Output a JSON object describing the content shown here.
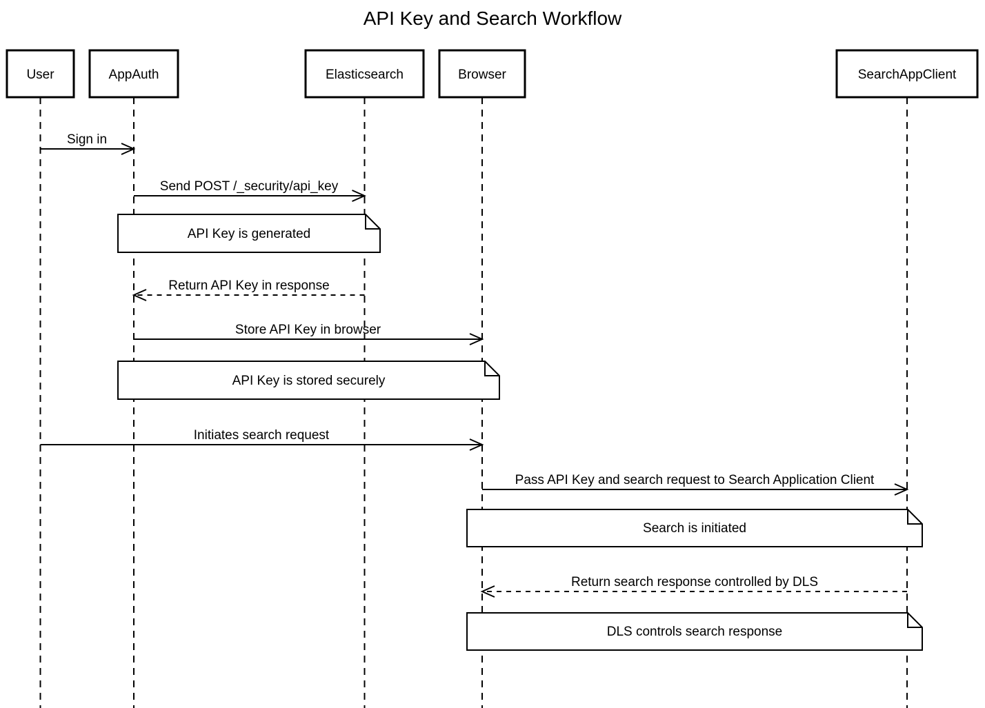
{
  "title": "API Key and Search Workflow",
  "actors": [
    {
      "id": "user",
      "label": "User"
    },
    {
      "id": "appauth",
      "label": "AppAuth"
    },
    {
      "id": "elasticsearch",
      "label": "Elasticsearch"
    },
    {
      "id": "browser",
      "label": "Browser"
    },
    {
      "id": "searchappclient",
      "label": "SearchAppClient"
    }
  ],
  "messages": [
    {
      "from": "User",
      "to": "AppAuth",
      "label": "Sign in",
      "line": "solid"
    },
    {
      "from": "AppAuth",
      "to": "Elasticsearch",
      "label": "Send POST /_security/api_key",
      "line": "solid"
    },
    {
      "from": "Elasticsearch",
      "to": "AppAuth",
      "label": "Return API Key in response",
      "line": "dashed"
    },
    {
      "from": "AppAuth",
      "to": "Browser",
      "label": "Store API Key in browser",
      "line": "solid"
    },
    {
      "from": "User",
      "to": "Browser",
      "label": "Initiates search request",
      "line": "solid"
    },
    {
      "from": "Browser",
      "to": "SearchAppClient",
      "label": "Pass API Key and search request to Search Application Client",
      "line": "solid"
    },
    {
      "from": "SearchAppClient",
      "to": "Browser",
      "label": "Return search response controlled by DLS",
      "line": "dashed"
    }
  ],
  "notes": [
    {
      "label": "API Key is generated",
      "over": "AppAuth, Elasticsearch"
    },
    {
      "label": "API Key is stored securely",
      "over": "AppAuth, Browser"
    },
    {
      "label": "Search is initiated",
      "over": "Browser, SearchAppClient"
    },
    {
      "label": "DLS controls search response",
      "over": "Browser, SearchAppClient"
    }
  ],
  "colors": {
    "stroke": "#000000",
    "fill": "#ffffff",
    "text": "#000000"
  }
}
